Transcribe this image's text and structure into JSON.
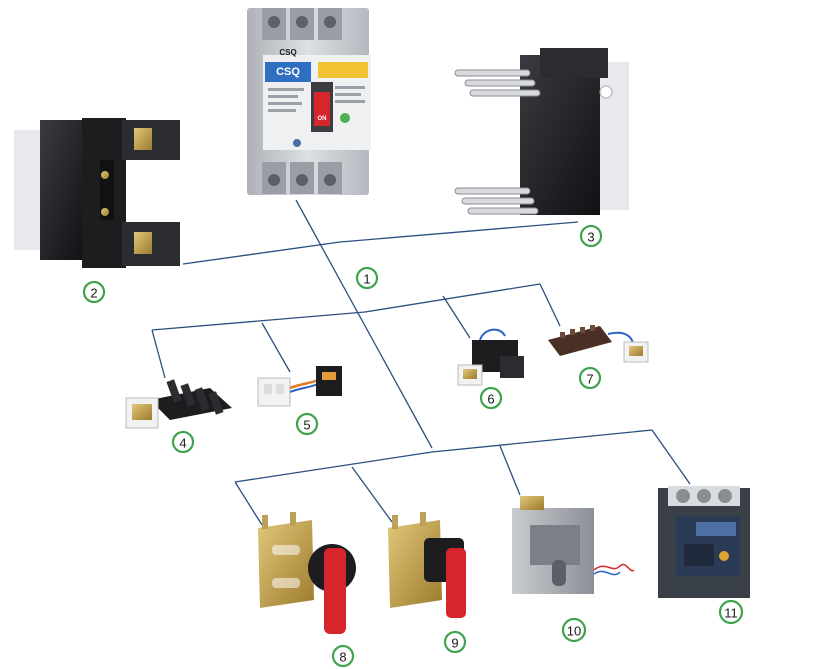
{
  "colors": {
    "line": "#2a4f80",
    "badge_ring": "#3fa34d",
    "handle_red": "#d7262b",
    "body_black": "#1d1d1f",
    "breaker_gray": "#c8cbd0",
    "brass": "#c9a64a"
  },
  "breaker": {
    "brand": "CSQ",
    "label_small": "CSQ",
    "on_label": "ON",
    "icon": "molded-case-breaker-icon"
  },
  "components": [
    {
      "id": 1,
      "label": "1",
      "icon": "molded-case-breaker-icon"
    },
    {
      "id": 2,
      "label": "2",
      "icon": "rear-connection-block-icon"
    },
    {
      "id": 3,
      "label": "3",
      "icon": "plug-in-base-icon"
    },
    {
      "id": 4,
      "label": "4",
      "icon": "auxiliary-contact-icon"
    },
    {
      "id": 5,
      "label": "5",
      "icon": "alarm-contact-icon"
    },
    {
      "id": 6,
      "label": "6",
      "icon": "shunt-release-icon"
    },
    {
      "id": 7,
      "label": "7",
      "icon": "undervoltage-release-icon"
    },
    {
      "id": 8,
      "label": "8",
      "icon": "rotary-handle-icon"
    },
    {
      "id": 9,
      "label": "9",
      "icon": "rotary-handle-icon"
    },
    {
      "id": 10,
      "label": "10",
      "icon": "motor-operator-icon"
    },
    {
      "id": 11,
      "label": "11",
      "icon": "electronic-breaker-icon"
    }
  ]
}
